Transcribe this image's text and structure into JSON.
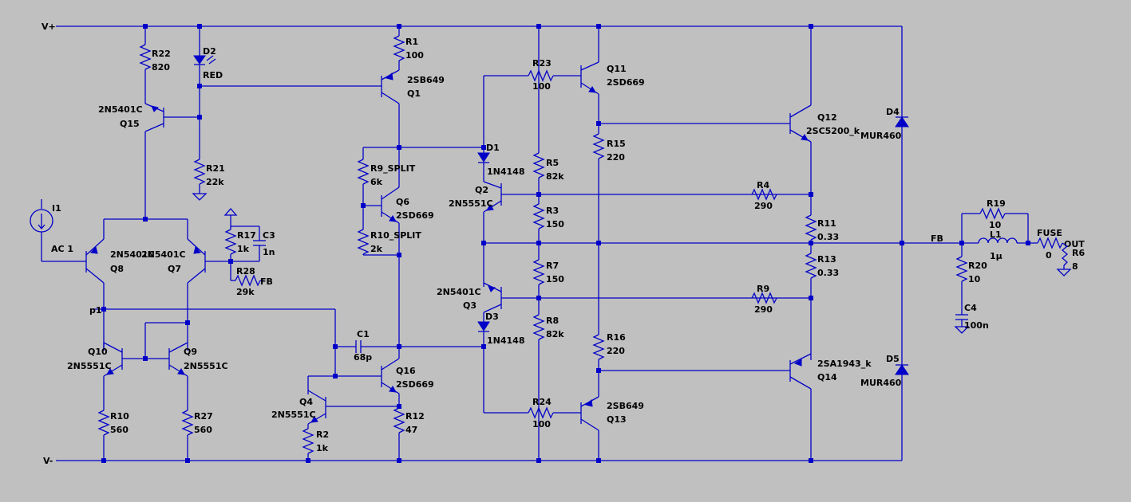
{
  "nets": {
    "vplus": "V+",
    "vminus": "V-",
    "fb_main": "FB",
    "fb_r28": "FB",
    "p1": "p1",
    "ac": "AC 1",
    "fuse": "FUSE",
    "out": "OUT"
  },
  "components": {
    "R22": {
      "ref": "R22",
      "value": "820"
    },
    "D2": {
      "ref": "D2",
      "value": "RED"
    },
    "R1": {
      "ref": "R1",
      "value": "100"
    },
    "Q1": {
      "ref": "Q1",
      "value": "2SB649"
    },
    "Q15": {
      "ref": "Q15",
      "value": "2N5401C"
    },
    "R21": {
      "ref": "R21",
      "value": "22k"
    },
    "I1": {
      "ref": "I1"
    },
    "Q8": {
      "ref": "Q8",
      "value": "2N5401C"
    },
    "Q7": {
      "ref": "Q7",
      "value": "2N5401C"
    },
    "R17": {
      "ref": "R17",
      "value": "1k"
    },
    "C3": {
      "ref": "C3",
      "value": "1n"
    },
    "R28": {
      "ref": "R28",
      "value": "29k"
    },
    "Q10": {
      "ref": "Q10",
      "value": "2N5551C"
    },
    "Q9": {
      "ref": "Q9",
      "value": "2N5551C"
    },
    "R10": {
      "ref": "R10",
      "value": "560"
    },
    "R27": {
      "ref": "R27",
      "value": "560"
    },
    "R9S": {
      "ref": "R9_SPLIT",
      "value": "6k"
    },
    "Q6": {
      "ref": "Q6",
      "value": "2SD669"
    },
    "R10S": {
      "ref": "R10_SPLIT",
      "value": "2k"
    },
    "C1": {
      "ref": "C1",
      "value": "68p"
    },
    "Q16": {
      "ref": "Q16",
      "value": "2SD669"
    },
    "Q4": {
      "ref": "Q4",
      "value": "2N5551C"
    },
    "R2": {
      "ref": "R2",
      "value": "1k"
    },
    "R12": {
      "ref": "R12",
      "value": "47"
    },
    "R23": {
      "ref": "R23",
      "value": "100"
    },
    "Q11": {
      "ref": "Q11",
      "value": "2SD669"
    },
    "D1": {
      "ref": "D1",
      "value": "1N4148"
    },
    "R5": {
      "ref": "R5",
      "value": "82k"
    },
    "Q2": {
      "ref": "Q2",
      "value": "2N5551C"
    },
    "R3": {
      "ref": "R3",
      "value": "150"
    },
    "R7": {
      "ref": "R7",
      "value": "150"
    },
    "Q3": {
      "ref": "Q3",
      "value": "2N5401C"
    },
    "D3": {
      "ref": "D3",
      "value": "1N4148"
    },
    "R8": {
      "ref": "R8",
      "value": "82k"
    },
    "R24": {
      "ref": "R24",
      "value": "100"
    },
    "Q13": {
      "ref": "Q13",
      "value": "2SB649"
    },
    "R15": {
      "ref": "R15",
      "value": "220"
    },
    "R16": {
      "ref": "R16",
      "value": "220"
    },
    "Q12": {
      "ref": "Q12",
      "value": "2SC5200_k"
    },
    "R4": {
      "ref": "R4",
      "value": "290"
    },
    "R11": {
      "ref": "R11",
      "value": "0.33"
    },
    "R13": {
      "ref": "R13",
      "value": "0.33"
    },
    "R9": {
      "ref": "R9",
      "value": "290"
    },
    "Q14": {
      "ref": "Q14",
      "value": "2SA1943_k"
    },
    "D4": {
      "ref": "D4",
      "value": "MUR460"
    },
    "D5": {
      "ref": "D5",
      "value": "MUR460"
    },
    "R19": {
      "ref": "R19",
      "value": "10"
    },
    "L1": {
      "ref": "L1",
      "value": "1µ"
    },
    "R20": {
      "ref": "R20",
      "value": "10"
    },
    "C4": {
      "ref": "C4",
      "value": "100n"
    },
    "R6": {
      "ref": "R6",
      "value": "8"
    },
    "FUSE": {
      "value": "0"
    }
  },
  "colors": {
    "background": "#c0c0c0",
    "wire": "#0000c8",
    "text": "#000000"
  }
}
